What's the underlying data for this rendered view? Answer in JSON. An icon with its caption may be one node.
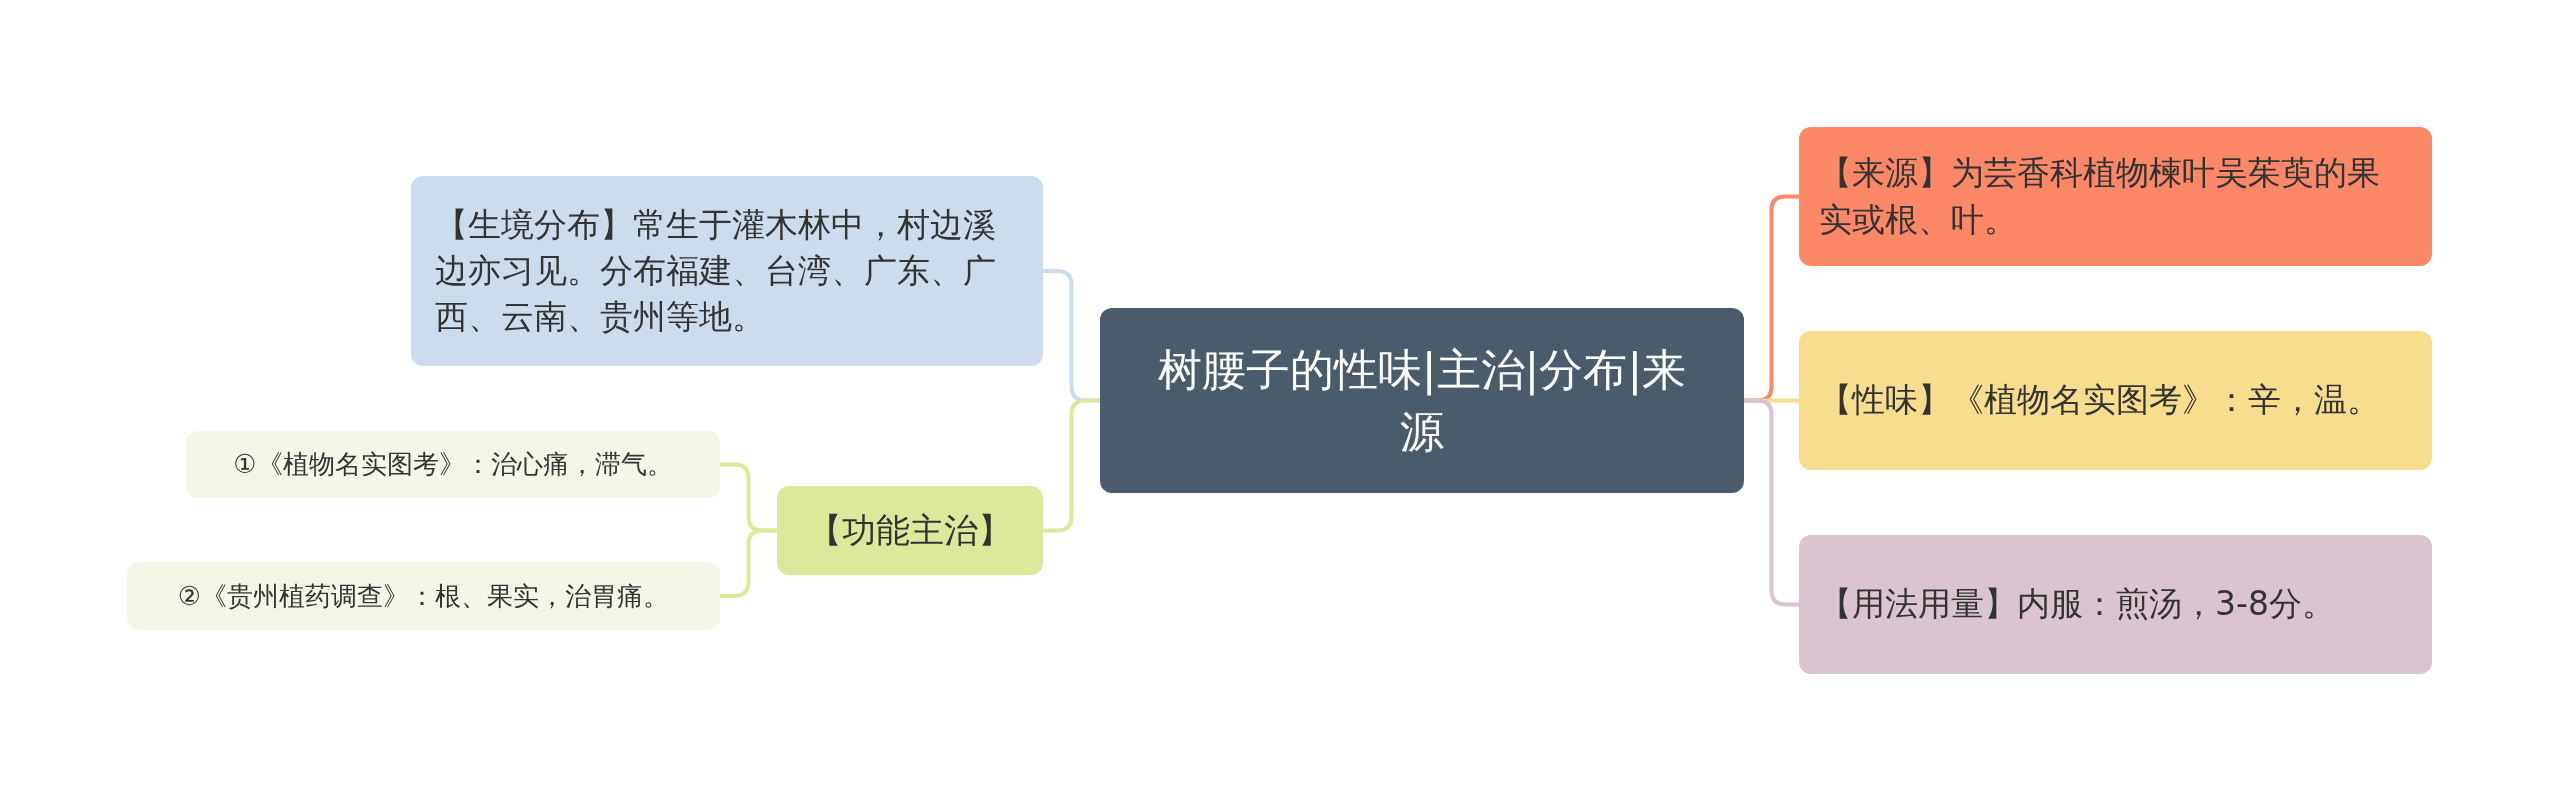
{
  "diagram": {
    "nodes": [
      {
        "text": [
          "树腰子的性味|主治|分布|来源"
        ]
      },
      {
        "text": [
          "【生境分布】常生于灌木林中，村边溪边亦习见。分布福建、台湾、广东、广西、云南、贵州等地。"
        ]
      },
      {
        "text": [
          "【功能主治】"
        ]
      },
      {
        "text": [
          "①《植物名实图考》：治心痛，滞气。"
        ]
      },
      {
        "text": [
          "②《贵州植药调查》：根、果实，治胃痛。"
        ]
      },
      {
        "text": [
          "【来源】为芸香科植物楝叶吴茱萸的果实或根、叶。"
        ]
      },
      {
        "text": [
          "【性味】《植物名实图考》：辛，温。"
        ]
      },
      {
        "text": [
          "【用法用量】内服：煎汤，3-8分。"
        ]
      }
    ],
    "edges": [
      {
        "from": 0,
        "to": 1,
        "arrow": "none",
        "color": "#ccdcec"
      },
      {
        "from": 0,
        "to": 2,
        "arrow": "none",
        "color": "#dce99b"
      },
      {
        "from": 2,
        "to": 3,
        "arrow": "none",
        "color": "#dce99b"
      },
      {
        "from": 2,
        "to": 4,
        "arrow": "none",
        "color": "#dce99b"
      },
      {
        "from": 0,
        "to": 5,
        "arrow": "none",
        "color": "#fc8868"
      },
      {
        "from": 0,
        "to": 6,
        "arrow": "none",
        "color": "#f7de8f"
      },
      {
        "from": 0,
        "to": 7,
        "arrow": "none",
        "color": "#d9c4cf"
      }
    ]
  }
}
